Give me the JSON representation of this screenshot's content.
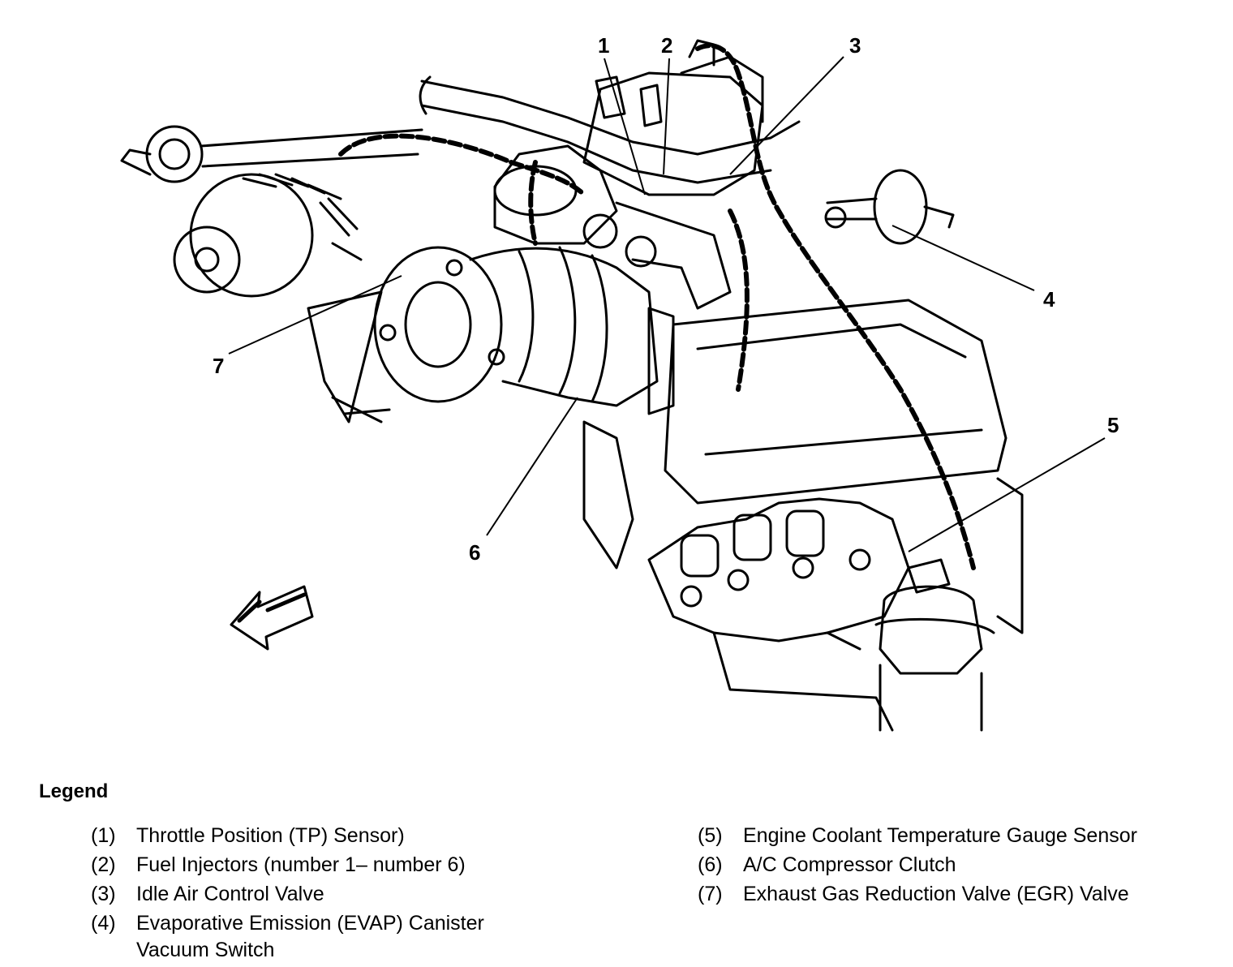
{
  "diagram": {
    "callouts": [
      "1",
      "2",
      "3",
      "4",
      "5",
      "6",
      "7"
    ],
    "line_color": "#000000",
    "background": "#ffffff"
  },
  "legend": {
    "title": "Legend",
    "items": [
      {
        "num": "(1)",
        "text": "Throttle Position (TP) Sensor)"
      },
      {
        "num": "(2)",
        "text": "Fuel Injectors (number 1– number 6)"
      },
      {
        "num": "(3)",
        "text": "Idle Air Control Valve"
      },
      {
        "num": "(4)",
        "text": "Evaporative Emission (EVAP) Canister",
        "text2": "Vacuum Switch"
      },
      {
        "num": "(5)",
        "text": "Engine Coolant Temperature Gauge Sensor"
      },
      {
        "num": "(6)",
        "text": "A/C Compressor Clutch"
      },
      {
        "num": "(7)",
        "text": "Exhaust Gas Reduction Valve (EGR) Valve"
      }
    ]
  }
}
